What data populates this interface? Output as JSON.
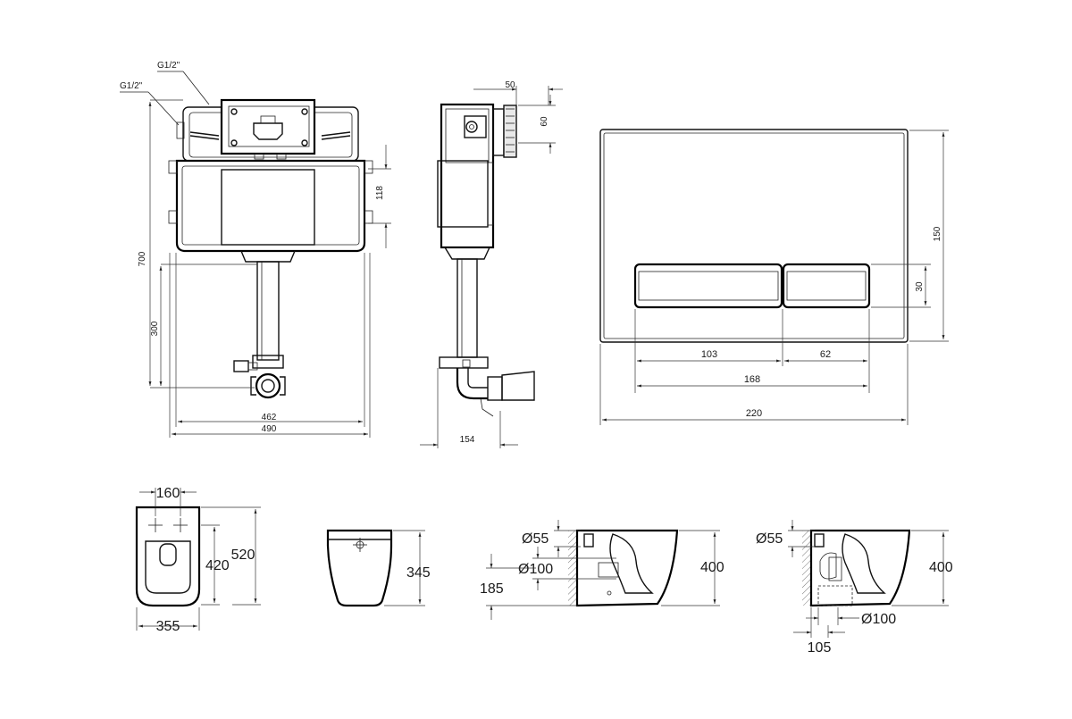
{
  "cistern_front": {
    "inlet_label_top": "G1/2\"",
    "inlet_label_side": "G1/2\"",
    "height_dim": "700",
    "outlet_height_dim": "300",
    "bracket_dim": "118",
    "inner_width_dim": "462",
    "outer_width_dim": "490"
  },
  "cistern_side": {
    "top_width_dim": "50",
    "top_height_dim": "60",
    "depth_dim": "154"
  },
  "flush_plate": {
    "height_dim": "150",
    "button_height_dim": "30",
    "big_button_dim": "103",
    "small_button_dim": "62",
    "buttons_width_dim": "168",
    "plate_width_dim": "220"
  },
  "toilet_top": {
    "bolt_spacing_dim": "160",
    "inner_length_dim": "420",
    "length_dim": "520",
    "width_dim": "355"
  },
  "toilet_rear": {
    "height_dim": "345"
  },
  "toilet_side_a": {
    "inlet_dim": "Ø55",
    "outlet_dim": "Ø100",
    "outlet_height_dim": "185",
    "height_dim": "400"
  },
  "toilet_side_b": {
    "inlet_dim": "Ø55",
    "height_dim": "400",
    "outlet_dim": "Ø100",
    "outlet_offset_dim": "105"
  }
}
